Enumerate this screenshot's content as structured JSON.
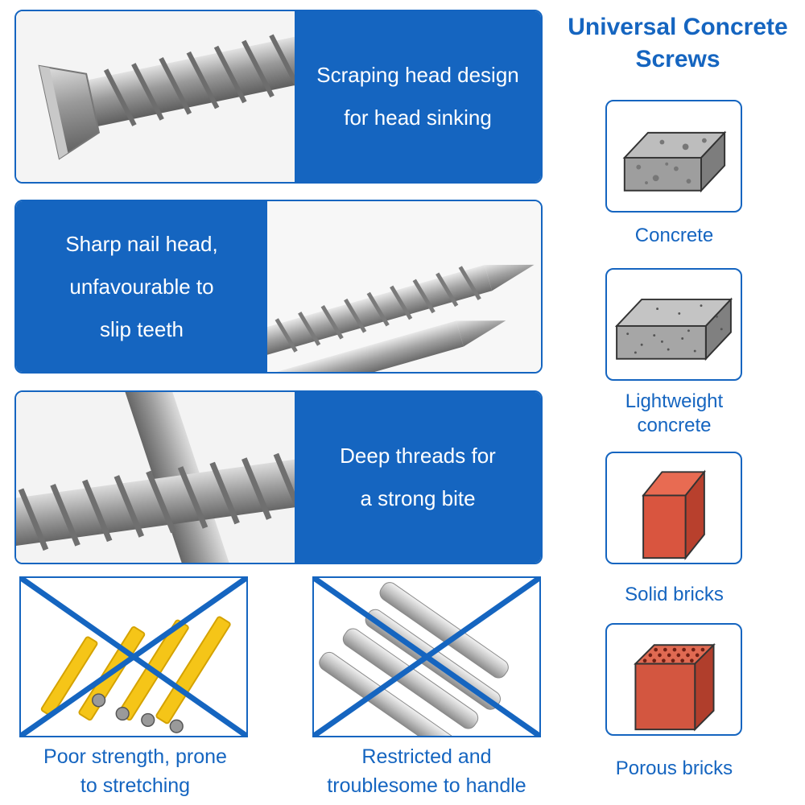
{
  "title": "Universal Concrete Screws",
  "features": [
    {
      "lines": [
        "Scraping head design",
        "for head sinking"
      ]
    },
    {
      "lines": [
        "Sharp nail head,",
        "unfavourable to",
        "slip teeth"
      ]
    },
    {
      "lines": [
        "Deep threads for",
        "a strong bite"
      ]
    }
  ],
  "disadvantages": [
    {
      "caption_lines": [
        "Poor strength, prone",
        "to stretching"
      ]
    },
    {
      "caption_lines": [
        "Restricted and",
        "troublesome to handle"
      ]
    }
  ],
  "materials": [
    {
      "label": "Concrete"
    },
    {
      "label": "Lightweight concrete"
    },
    {
      "label": "Solid bricks"
    },
    {
      "label": "Porous bricks"
    }
  ],
  "colors": {
    "accent": "#1565c0",
    "brick": "#d9553f",
    "concrete": "#9e9e9e"
  },
  "icons": [
    "cross-out-icon",
    "concrete-block-icon",
    "brick-icon",
    "porous-brick-icon"
  ]
}
